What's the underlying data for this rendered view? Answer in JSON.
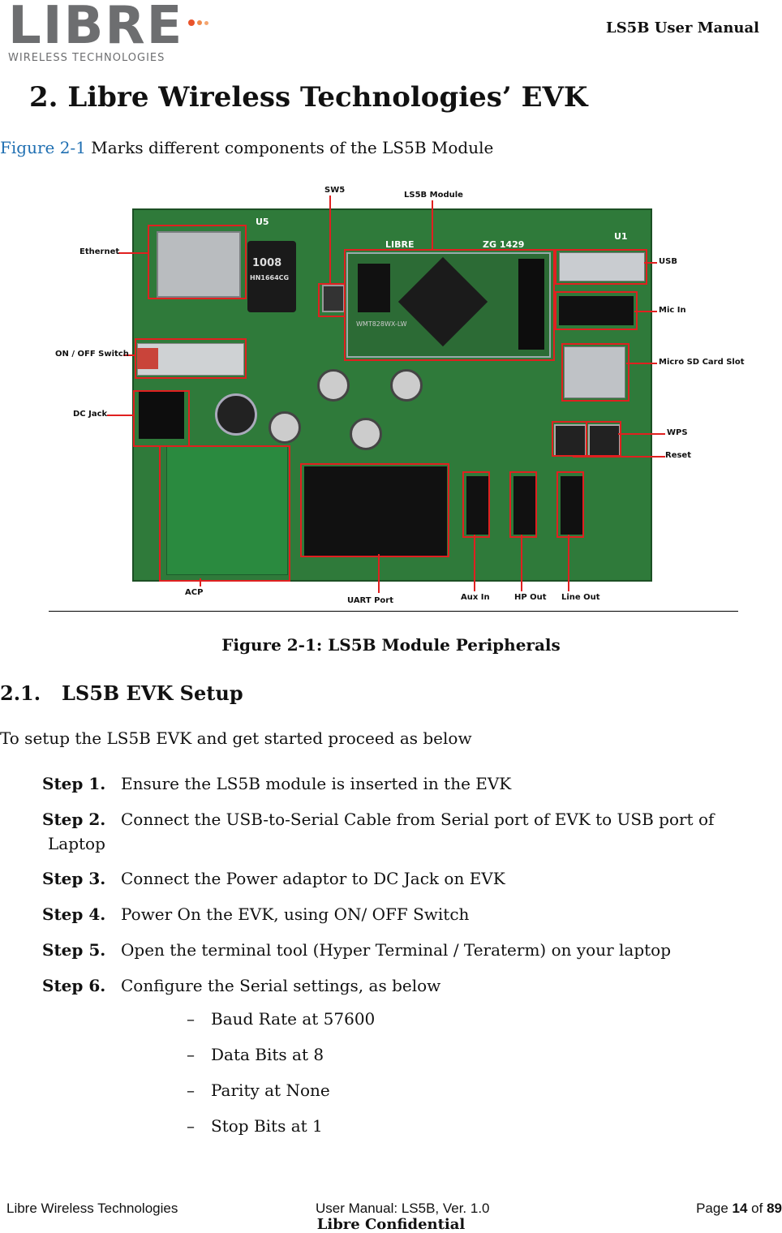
{
  "header": {
    "logo_text": "LIBRE",
    "logo_subtitle": "WIRELESS TECHNOLOGIES",
    "doc_title": "LS5B User Manual"
  },
  "section": {
    "heading": "2. Libre Wireless Technologies’ EVK",
    "intro_link": "Figure 2-1",
    "intro_rest": " Marks different components of the LS5B Module"
  },
  "figure": {
    "callouts": {
      "sw5": "SW5",
      "ls5b_module": "LS5B  Module",
      "ethernet": "Ethernet",
      "on_off": "ON / OFF Switch",
      "dc_jack": "DC Jack",
      "usb": "USB",
      "mic_in": "Mic In",
      "sd_slot": "Micro SD Card Slot",
      "wps": "WPS",
      "reset": "Reset",
      "acp": "ACP",
      "uart": "UART Port",
      "aux_in": "Aux In",
      "hp_out": "HP Out",
      "line_out": "Line Out"
    },
    "board_text": {
      "u5": "U5",
      "u1": "U1",
      "chip1": "1008",
      "chip2": "HN1664CG",
      "libre": "LIBRE",
      "zg": "ZG 1429",
      "module": "WMT828WX-LW"
    },
    "caption": "Figure 2-1: LS5B Module Peripherals"
  },
  "subsection": {
    "number": "2.1.",
    "title": "LS5B EVK Setup",
    "intro": "To setup the LS5B EVK and get started proceed as below"
  },
  "steps": [
    {
      "label": "Step 1.",
      "text": "Ensure the LS5B module is inserted in the EVK",
      "cont": ""
    },
    {
      "label": "Step 2.",
      "text": "Connect the USB-to-Serial Cable from Serial port of EVK to USB port of",
      "cont": "Laptop"
    },
    {
      "label": "Step 3.",
      "text": "Connect the Power adaptor to DC Jack on EVK",
      "cont": ""
    },
    {
      "label": "Step 4.",
      "text": "Power On the EVK, using ON/ OFF Switch",
      "cont": ""
    },
    {
      "label": "Step 5.",
      "text": "Open the terminal tool (Hyper Terminal /  Teraterm) on your laptop",
      "cont": ""
    },
    {
      "label": "Step 6.",
      "text": "Configure the Serial settings, as below",
      "cont": ""
    }
  ],
  "serial_settings": [
    {
      "dash": "–",
      "text": "Baud Rate at 57600"
    },
    {
      "dash": "–",
      "text": "Data Bits at 8"
    },
    {
      "dash": "–",
      "text": "Parity at None"
    },
    {
      "dash": "–",
      "text": "Stop Bits at 1"
    }
  ],
  "footer": {
    "company": "Libre Wireless Technologies",
    "manual": "User Manual: LS5B, Ver. 1.0",
    "page_prefix": "Page ",
    "page_num": "14",
    "page_of": " of ",
    "page_total": "89",
    "confidential": "Libre Confidential"
  }
}
